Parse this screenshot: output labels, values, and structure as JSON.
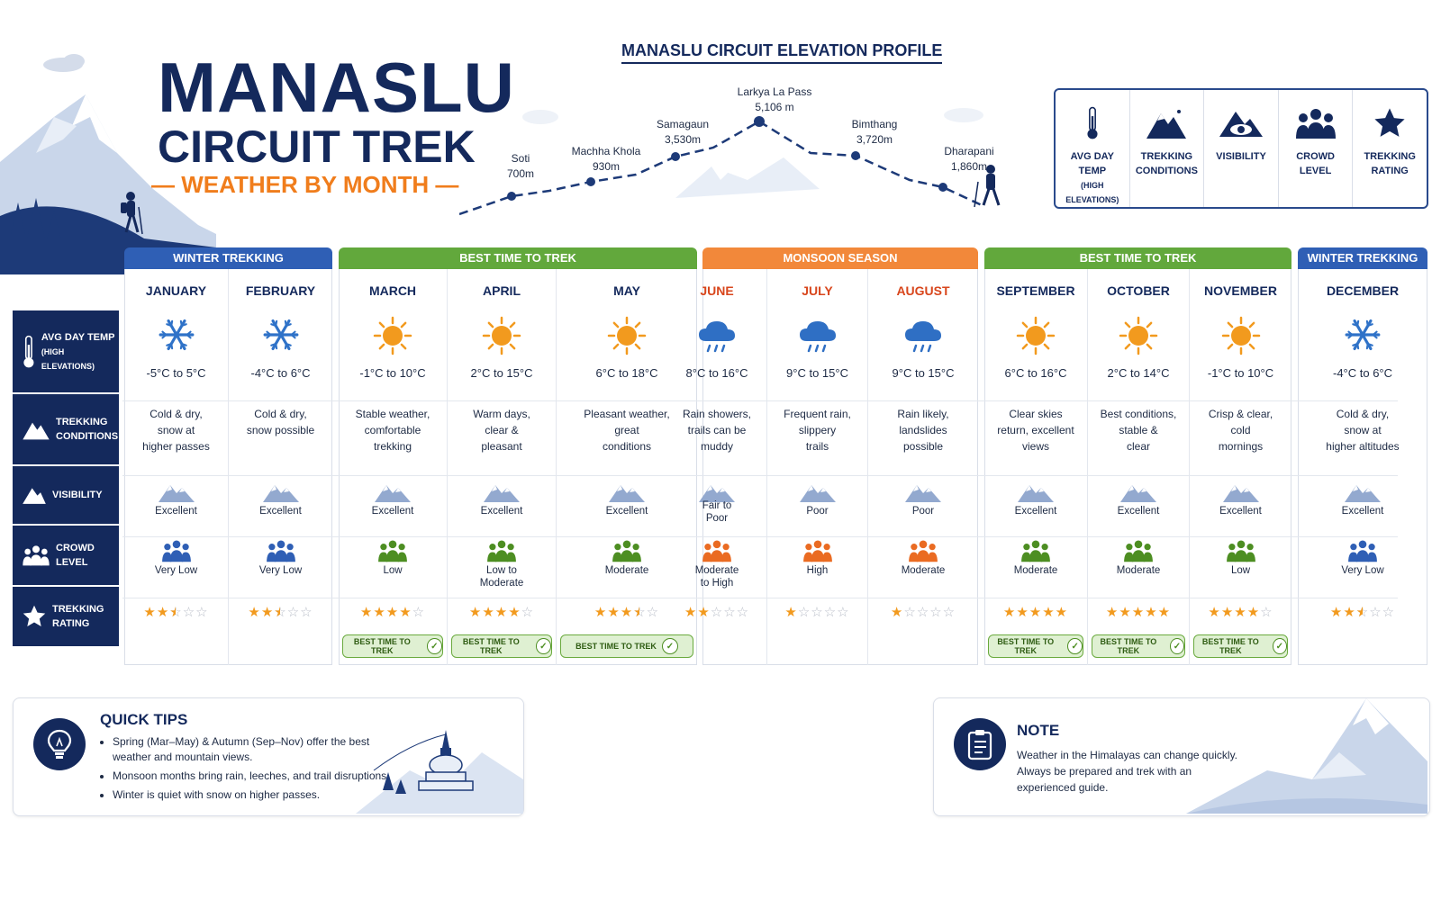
{
  "header": {
    "title_line1": "MANASLU",
    "title_line2": "CIRCUIT TREK",
    "subtitle": "WEATHER BY MONTH"
  },
  "elevation": {
    "title": "MANASLU CIRCUIT ELEVATION PROFILE",
    "points": [
      {
        "name": "Soti",
        "elev": "700m"
      },
      {
        "name": "Machha Khola",
        "elev": "930m"
      },
      {
        "name": "Samagaun",
        "elev": "3,530m"
      },
      {
        "name": "Larkya La Pass",
        "elev": "5,106 m"
      },
      {
        "name": "Bimthang",
        "elev": "3,720m"
      },
      {
        "name": "Dharapani",
        "elev": "1,860m"
      }
    ]
  },
  "legend": {
    "temp": "AVG DAY TEMP",
    "temp_sub": "(HIGH ELEVATIONS)",
    "conditions": "TREKKING\nCONDITIONS",
    "visibility": "VISIBILITY",
    "crowd": "CROWD\nLEVEL",
    "rating": "TREKKING\nRATING"
  },
  "row_labels": {
    "temp": "AVG DAY TEMP",
    "temp_sub": "(HIGH ELEVATIONS)",
    "conditions": "TREKKING CONDITIONS",
    "visibility": "VISIBILITY",
    "crowd": "CROWD LEVEL",
    "rating": "TREKKING RATING"
  },
  "seasons": [
    {
      "label": "WINTER TREKKING",
      "color": "#2f5fb5"
    },
    {
      "label": "BEST TIME TO TREK",
      "color": "#62a83c"
    },
    {
      "label": "MONSOON SEASON",
      "color": "#f2883a"
    },
    {
      "label": "BEST TIME TO TREK",
      "color": "#62a83c"
    },
    {
      "label": "WINTER TREKKING",
      "color": "#2f5fb5"
    }
  ],
  "best_badge": "BEST TIME TO TREK",
  "months": [
    {
      "name": "JANUARY",
      "weather": "snow",
      "temp": "-5°C to 5°C",
      "cond": "Cold & dry,\nsnow at\nhigher passes",
      "vis": "Excellent",
      "crowd": "Very Low",
      "crowd_color": "#2f5fb5",
      "rating": 2.5,
      "best": false,
      "name_color": "#14295c"
    },
    {
      "name": "FEBRUARY",
      "weather": "snow",
      "temp": "-4°C to 6°C",
      "cond": "Cold & dry,\nsnow possible",
      "vis": "Excellent",
      "crowd": "Very Low",
      "crowd_color": "#2f5fb5",
      "rating": 2.5,
      "best": false,
      "name_color": "#14295c"
    },
    {
      "name": "MARCH",
      "weather": "sun",
      "temp": "-1°C to 10°C",
      "cond": "Stable weather,\ncomfortable\ntrekking",
      "vis": "Excellent",
      "crowd": "Low",
      "crowd_color": "#4d8e22",
      "rating": 4,
      "best": true,
      "name_color": "#14295c"
    },
    {
      "name": "APRIL",
      "weather": "sun",
      "temp": "2°C to 15°C",
      "cond": "Warm days,\nclear &\npleasant",
      "vis": "Excellent",
      "crowd": "Low to\nModerate",
      "crowd_color": "#4d8e22",
      "rating": 4,
      "best": true,
      "name_color": "#14295c"
    },
    {
      "name": "MAY",
      "weather": "sun",
      "temp": "6°C to 18°C",
      "cond": "Pleasant weather,\ngreat\nconditions",
      "vis": "Excellent",
      "crowd": "Moderate",
      "crowd_color": "#4d8e22",
      "rating": 3.5,
      "best": true,
      "name_color": "#14295c"
    },
    {
      "name": "JUNE",
      "weather": "rain",
      "temp": "8°C to 16°C",
      "cond": "Rain showers,\ntrails can be\nmuddy",
      "vis": "Fair to\nPoor",
      "crowd": "Moderate\nto High",
      "crowd_color": "#ea6b22",
      "rating": 2,
      "best": false,
      "name_color": "#d8461c"
    },
    {
      "name": "JULY",
      "weather": "rain",
      "temp": "9°C to 15°C",
      "cond": "Frequent rain,\nslippery\ntrails",
      "vis": "Poor",
      "crowd": "High",
      "crowd_color": "#ea6b22",
      "rating": 1,
      "best": false,
      "name_color": "#d8461c"
    },
    {
      "name": "AUGUST",
      "weather": "rain",
      "temp": "9°C to 15°C",
      "cond": "Rain likely,\nlandslides\npossible",
      "vis": "Poor",
      "crowd": "Moderate",
      "crowd_color": "#ea6b22",
      "rating": 1,
      "best": false,
      "name_color": "#d8461c"
    },
    {
      "name": "SEPTEMBER",
      "weather": "sun",
      "temp": "6°C to 16°C",
      "cond": "Clear skies\nreturn, excellent\nviews",
      "vis": "Excellent",
      "crowd": "Moderate",
      "crowd_color": "#4d8e22",
      "rating": 5,
      "best": true,
      "name_color": "#14295c"
    },
    {
      "name": "OCTOBER",
      "weather": "sun",
      "temp": "2°C to 14°C",
      "cond": "Best conditions,\nstable &\nclear",
      "vis": "Excellent",
      "crowd": "Moderate",
      "crowd_color": "#4d8e22",
      "rating": 5,
      "best": true,
      "name_color": "#14295c"
    },
    {
      "name": "NOVEMBER",
      "weather": "sun",
      "temp": "-1°C to 10°C",
      "cond": "Crisp & clear,\ncold\nmornings",
      "vis": "Excellent",
      "crowd": "Low",
      "crowd_color": "#4d8e22",
      "rating": 4,
      "best": true,
      "name_color": "#14295c"
    },
    {
      "name": "DECEMBER",
      "weather": "snow",
      "temp": "-4°C to 6°C",
      "cond": "Cold & dry,\nsnow at\nhigher altitudes",
      "vis": "Excellent",
      "crowd": "Very Low",
      "crowd_color": "#2f5fb5",
      "rating": 2.5,
      "best": false,
      "name_color": "#14295c"
    }
  ],
  "quick_tips": {
    "title": "QUICK TIPS",
    "items": [
      "Spring (Mar–May) & Autumn (Sep–Nov) offer the best weather and mountain views.",
      "Monsoon months bring rain, leeches, and trail disruptions.",
      "Winter is quiet with snow on higher passes."
    ]
  },
  "note": {
    "title": "NOTE",
    "text": "Weather in the Himalayas can change quickly. Always be prepared and trek with an experienced guide."
  },
  "colors": {
    "navy": "#14295c",
    "orange": "#f07d1c",
    "green": "#62a83c",
    "star": "#f29a1e"
  }
}
